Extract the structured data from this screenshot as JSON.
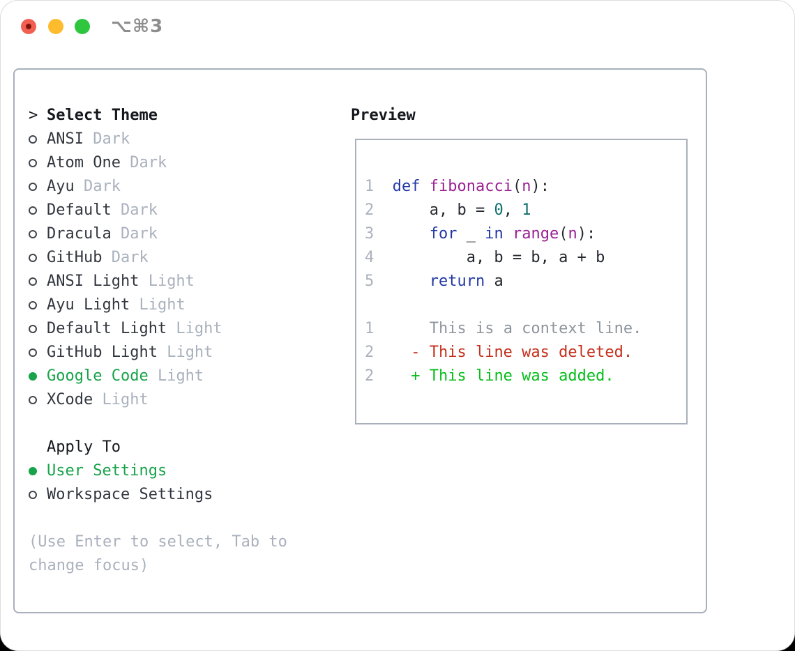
{
  "window": {
    "title": "⌥⌘3"
  },
  "palette": {
    "tl_red": "#f25e52",
    "tl_red_dot": "#7e1408",
    "tl_yellow": "#fcbc2d",
    "tl_green": "#2fc63f",
    "border": "#a9b0bb",
    "header": "#14171c",
    "ink": "#32363e",
    "muted": "#a9b1bd",
    "green": "#17a34a",
    "ring": "#40454d",
    "kw": "#2238a5",
    "ty": "#9a2094",
    "li": "#0f6f6d",
    "pl": "#23272e",
    "ctx": "#8d949c",
    "del": "#c52f1b",
    "add": "#04bd19"
  },
  "theme_panel": {
    "header": {
      "prompt": ">",
      "label": "Select Theme"
    },
    "items": [
      {
        "name": "ANSI",
        "variant": "Dark",
        "selected": false
      },
      {
        "name": "Atom One",
        "variant": "Dark",
        "selected": false
      },
      {
        "name": "Ayu",
        "variant": "Dark",
        "selected": false
      },
      {
        "name": "Default",
        "variant": "Dark",
        "selected": false
      },
      {
        "name": "Dracula",
        "variant": "Dark",
        "selected": false
      },
      {
        "name": "GitHub",
        "variant": "Dark",
        "selected": false
      },
      {
        "name": "ANSI Light",
        "variant": "Light",
        "selected": false
      },
      {
        "name": "Ayu Light",
        "variant": "Light",
        "selected": false
      },
      {
        "name": "Default Light",
        "variant": "Light",
        "selected": false
      },
      {
        "name": "GitHub Light",
        "variant": "Light",
        "selected": false
      },
      {
        "name": "Google Code",
        "variant": "Light",
        "selected": true
      },
      {
        "name": "XCode",
        "variant": "Light",
        "selected": false
      }
    ]
  },
  "apply_panel": {
    "label": "Apply To",
    "options": [
      {
        "name": "User Settings",
        "selected": true
      },
      {
        "name": "Workspace Settings",
        "selected": false
      }
    ]
  },
  "hint": {
    "text": "(Use Enter to select, Tab to change focus)"
  },
  "preview": {
    "label": "Preview",
    "lines": [
      {
        "tokens": [
          {
            "c": "num",
            "t": "1"
          },
          {
            "c": "pl",
            "t": "  "
          },
          {
            "c": "kw",
            "t": "def"
          },
          {
            "c": "pl",
            "t": " "
          },
          {
            "c": "ty",
            "t": "fibonacci"
          },
          {
            "c": "pl",
            "t": "("
          },
          {
            "c": "ty",
            "t": "n"
          },
          {
            "c": "pl",
            "t": "):"
          }
        ]
      },
      {
        "tokens": [
          {
            "c": "num",
            "t": "2"
          },
          {
            "c": "pl",
            "t": "      a, b = "
          },
          {
            "c": "li",
            "t": "0"
          },
          {
            "c": "pl",
            "t": ", "
          },
          {
            "c": "li",
            "t": "1"
          }
        ]
      },
      {
        "tokens": [
          {
            "c": "num",
            "t": "3"
          },
          {
            "c": "pl",
            "t": "      "
          },
          {
            "c": "kw",
            "t": "for"
          },
          {
            "c": "pl",
            "t": " _ "
          },
          {
            "c": "kw",
            "t": "in"
          },
          {
            "c": "pl",
            "t": " "
          },
          {
            "c": "ty",
            "t": "range"
          },
          {
            "c": "pl",
            "t": "("
          },
          {
            "c": "ty",
            "t": "n"
          },
          {
            "c": "pl",
            "t": "):"
          }
        ]
      },
      {
        "tokens": [
          {
            "c": "num",
            "t": "4"
          },
          {
            "c": "pl",
            "t": "          a, b = b, a + b"
          }
        ]
      },
      {
        "tokens": [
          {
            "c": "num",
            "t": "5"
          },
          {
            "c": "pl",
            "t": "      "
          },
          {
            "c": "kw",
            "t": "return"
          },
          {
            "c": "pl",
            "t": " a"
          }
        ]
      },
      {
        "tokens": []
      },
      {
        "tokens": [
          {
            "c": "num",
            "t": "1"
          },
          {
            "c": "pl",
            "t": "      "
          },
          {
            "c": "ctx",
            "t": "This is a context line."
          }
        ]
      },
      {
        "tokens": [
          {
            "c": "num",
            "t": "2"
          },
          {
            "c": "pl",
            "t": "    "
          },
          {
            "c": "del",
            "t": "- This line was deleted."
          }
        ]
      },
      {
        "tokens": [
          {
            "c": "num",
            "t": "2"
          },
          {
            "c": "pl",
            "t": "    "
          },
          {
            "c": "add",
            "t": "+ This line was added."
          }
        ]
      }
    ]
  }
}
